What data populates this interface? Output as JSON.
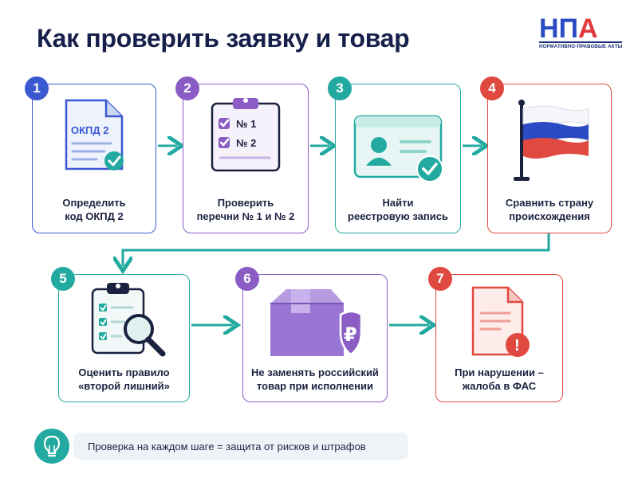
{
  "title": "Как проверить заявку и товар",
  "logo": {
    "letters": [
      "Н",
      "П",
      "А"
    ],
    "letter_colors": [
      "#2b4bc4",
      "#2b4bc4",
      "#e23a3a"
    ],
    "subtitle": "НОРМАТИВНО-ПРАВОВЫЕ АКТЫ"
  },
  "steps": [
    {
      "number": "1",
      "line1": "Определить",
      "line2": "код ОКПД 2",
      "color": "#3a59d1",
      "icon": "document-okpd-icon",
      "doc_label": "ОКПД 2"
    },
    {
      "number": "2",
      "line1": "Проверить",
      "line2": "перечни № 1 и № 2",
      "color": "#8a5cc4",
      "icon": "clipboard-checklist-icon",
      "item1": "№ 1",
      "item2": "№ 2"
    },
    {
      "number": "3",
      "line1": "Найти",
      "line2": "реестровую запись",
      "color": "#22aaa0",
      "icon": "registry-card-icon"
    },
    {
      "number": "4",
      "line1": "Сравнить страну",
      "line2": "происхождения",
      "color": "#e0493f",
      "icon": "russian-flag-icon"
    },
    {
      "number": "5",
      "line1": "Оценить правило",
      "line2": "«второй лишний»",
      "color": "#22aaa0",
      "icon": "checklist-magnifier-icon"
    },
    {
      "number": "6",
      "line1": "Не заменять российский",
      "line2": "товар при исполнении",
      "color": "#8a5cc4",
      "icon": "box-ruble-shield-icon",
      "currency": "₽"
    },
    {
      "number": "7",
      "line1": "При нарушении –",
      "line2": "жалоба в ФАС",
      "color": "#e0493f",
      "icon": "document-warning-icon",
      "alert": "!"
    }
  ],
  "tip": {
    "text": "Проверка на каждом шаге = защита от рисков и штрафов",
    "icon": "lightbulb-icon"
  },
  "colors": {
    "arrow": "#22aaa0",
    "title": "#16204a",
    "blue": "#3a59d1",
    "purple": "#8a5cc4",
    "teal": "#22aaa0",
    "red": "#e0493f"
  }
}
